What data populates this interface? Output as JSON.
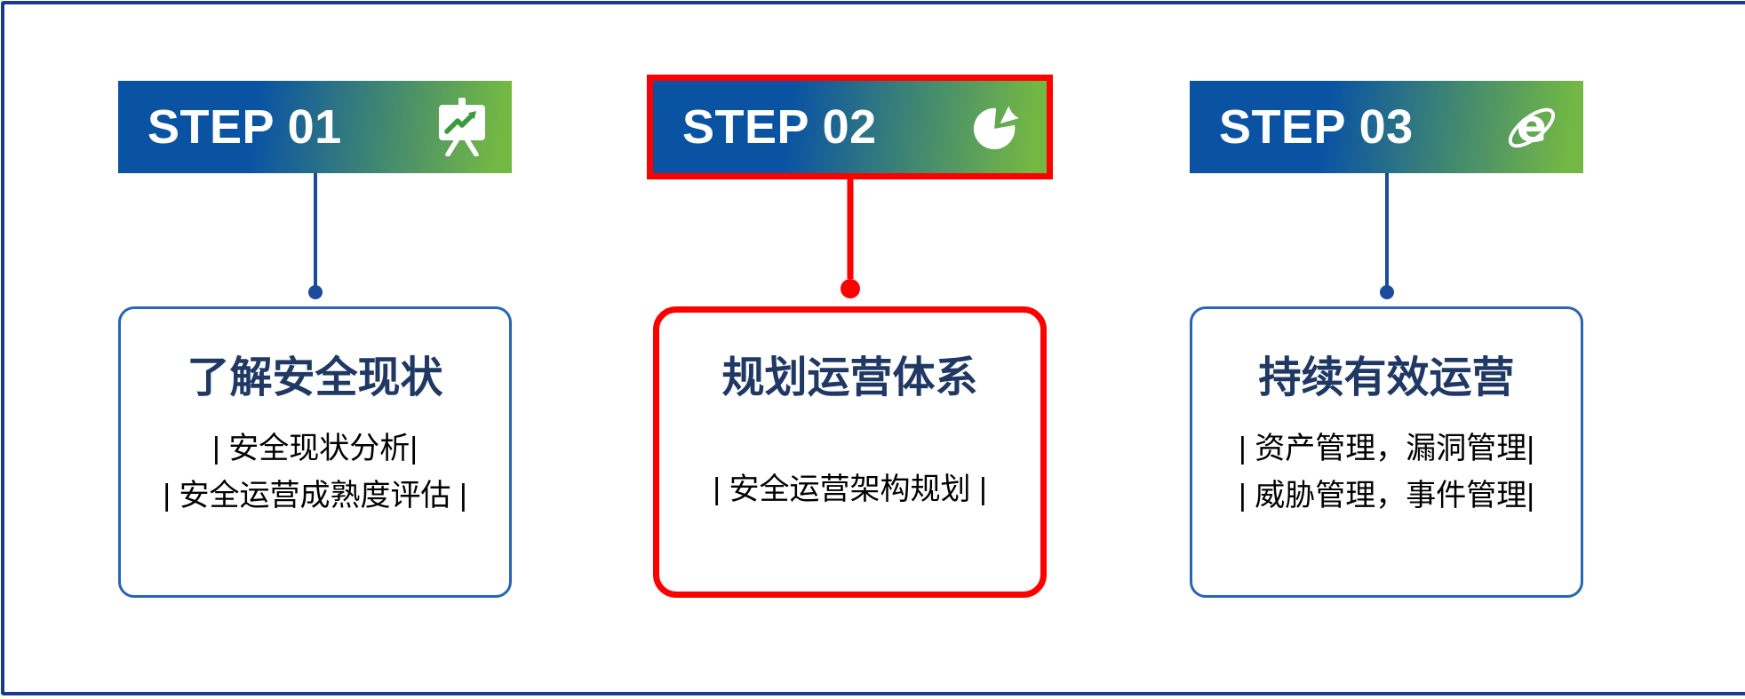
{
  "theme": {
    "frame_border": "#1b3a8c",
    "bar_gradient_start": "#0a53a3",
    "bar_gradient_end": "#74b844",
    "highlight_color": "#fe0000",
    "connector_color": "#1c4b9d",
    "card_border_color": "#2766b0",
    "title_color": "#1f3864",
    "step_text_color": "#ffffff",
    "body_text_color": "#000000",
    "icon_arrow_green": "#3d9b3b"
  },
  "steps": [
    {
      "label": "STEP 01",
      "icon": "presentation-chart-icon",
      "title": "了解安全现状",
      "lines": [
        "| 安全现状分析|",
        "| 安全运营成熟度评估 |"
      ],
      "highlighted": false
    },
    {
      "label": "STEP 02",
      "icon": "pie-chart-icon",
      "title": "规划运营体系",
      "lines": [
        "| 安全运营架构规划 |"
      ],
      "highlighted": true
    },
    {
      "label": "STEP 03",
      "icon": "internet-e-icon",
      "title": "持续有效运营",
      "lines": [
        "| 资产管理，漏洞管理|",
        "| 威胁管理，事件管理|"
      ],
      "highlighted": false
    }
  ]
}
